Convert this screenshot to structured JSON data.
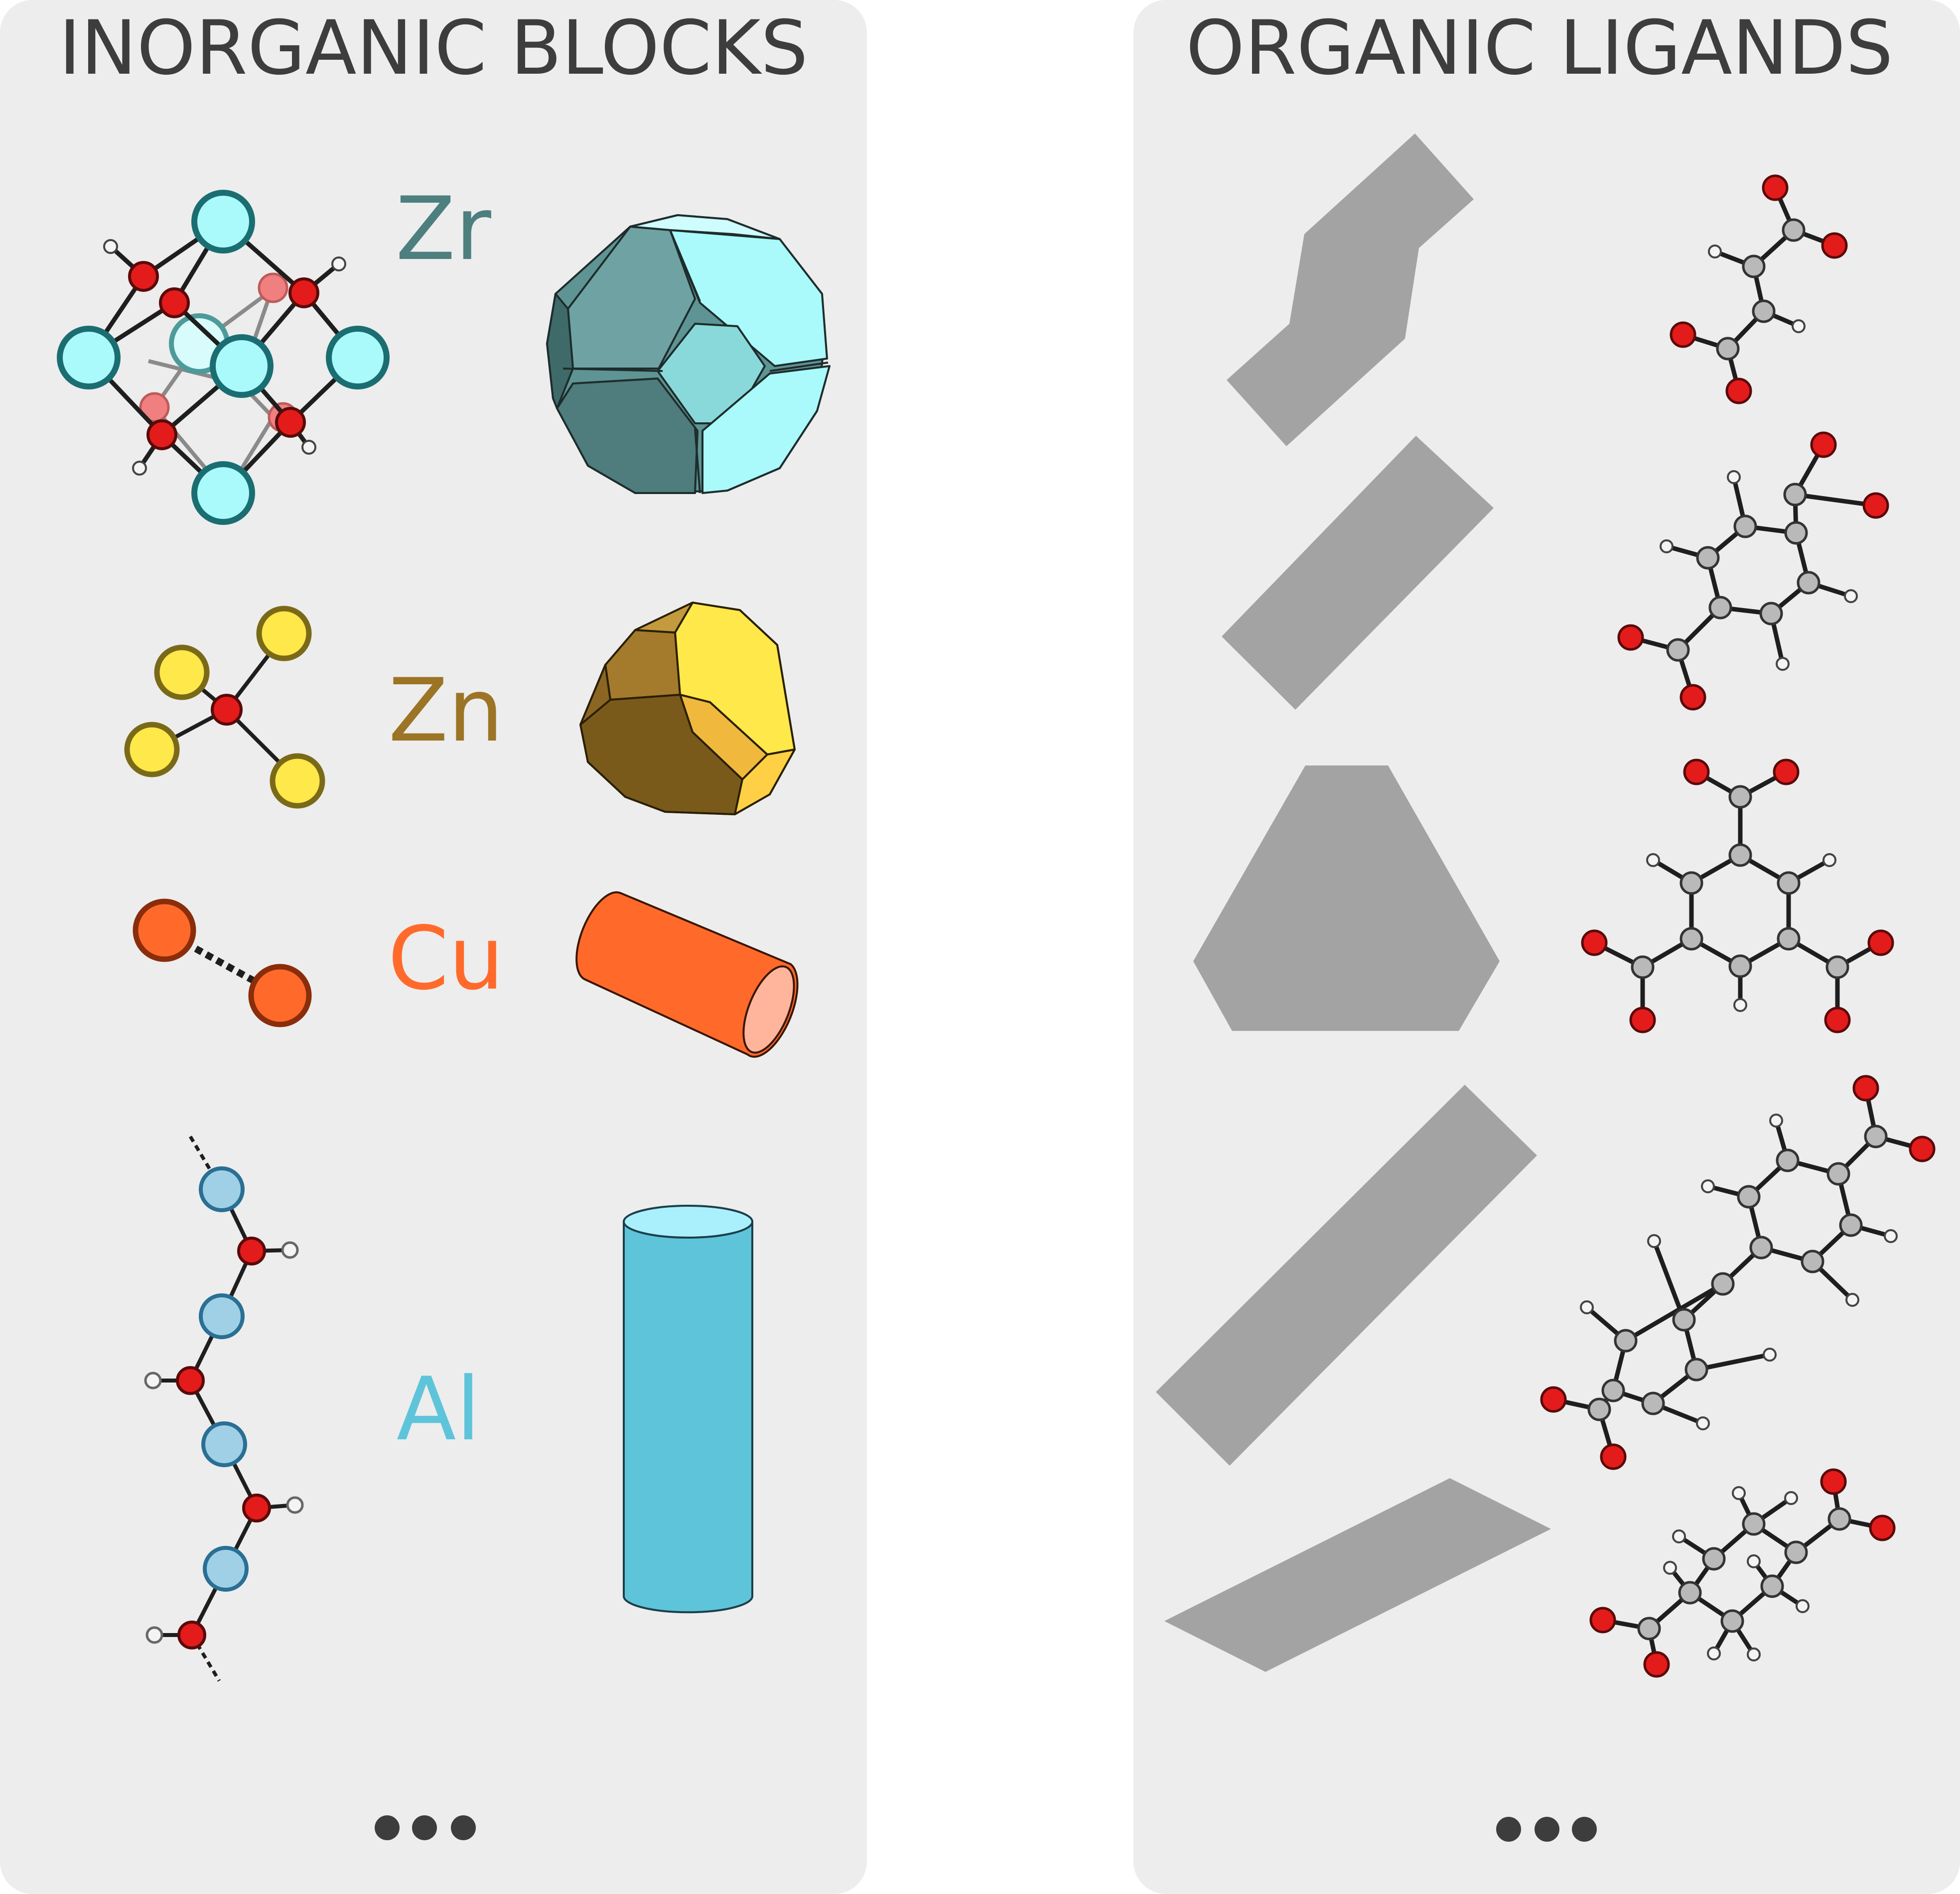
{
  "panels": {
    "left": {
      "title": "INORGANIC BLOCKS",
      "more": "•••",
      "metals": [
        {
          "symbol": "Zr",
          "color": "#4d7f7f",
          "atom_color": "#aafafb",
          "atom_stroke": "#1a6e72",
          "sbu_shape": "truncated-octahedron"
        },
        {
          "symbol": "Zn",
          "color": "#9c7426",
          "atom_color": "#ffe84a",
          "atom_stroke": "#7a6a18",
          "sbu_shape": "truncated-tetrahedron"
        },
        {
          "symbol": "Cu",
          "color": "#ff6a2b",
          "atom_color": "#ff6a2b",
          "atom_stroke": "#8a2d0a",
          "sbu_shape": "cylinder"
        },
        {
          "symbol": "Al",
          "color": "#5ec4da",
          "atom_color": "#9fd0e6",
          "atom_stroke": "#2a6f94",
          "sbu_shape": "rod"
        }
      ]
    },
    "right": {
      "title": "ORGANIC LIGANDS",
      "more": "•••",
      "ligands": [
        {
          "shape": "bent-strut"
        },
        {
          "shape": "strut"
        },
        {
          "shape": "triangle"
        },
        {
          "shape": "long-strut"
        },
        {
          "shape": "parallelogram"
        }
      ]
    }
  },
  "colors": {
    "panel_bg": "#ededed",
    "title_text": "#3d3d3d",
    "ligand_shape": "#a3a3a3",
    "oxygen": "#e31b1b",
    "carbon": "#b9b9b9",
    "hydrogen": "#f4f4f4",
    "bond": "#1e1e1e"
  }
}
